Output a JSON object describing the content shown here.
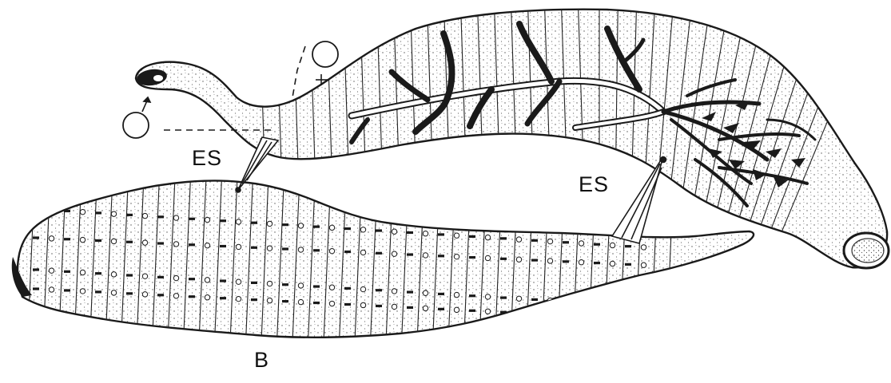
{
  "labels": {
    "es_left": "ES",
    "es_right": "ES",
    "b": "B"
  },
  "colors": {
    "ink": "#1a1a1a",
    "paper": "#ffffff",
    "stipple": "#555555"
  }
}
